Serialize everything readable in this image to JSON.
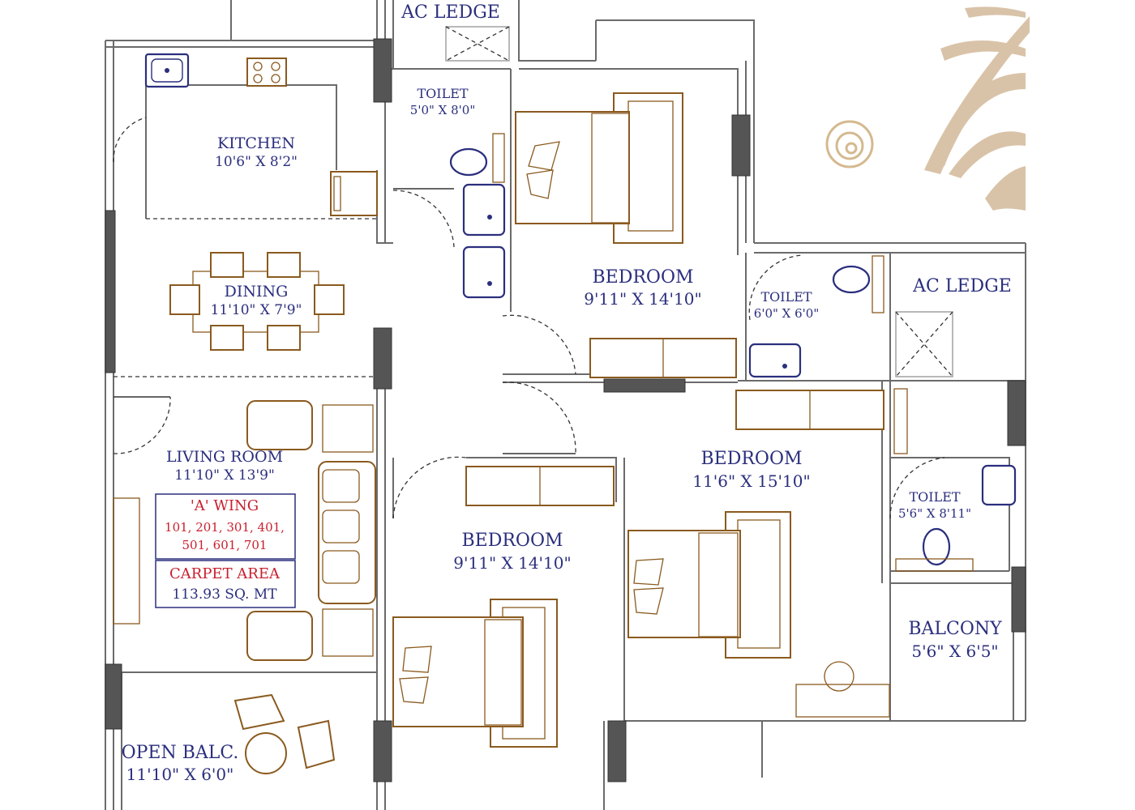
{
  "rooms": {
    "ac_ledge_top": {
      "name": "AC LEDGE"
    },
    "toilet_top": {
      "name": "TOILET",
      "dims": "5'0\" X 8'0\""
    },
    "kitchen": {
      "name": "KITCHEN",
      "dims": "10'6\" X 8'2\""
    },
    "dining": {
      "name": "DINING",
      "dims": "11'10\" X 7'9\""
    },
    "bedroom_top": {
      "name": "BEDROOM",
      "dims": "9'11\" X 14'10\""
    },
    "toilet_mid": {
      "name": "TOILET",
      "dims": "6'0\" X 6'0\""
    },
    "ac_ledge_right": {
      "name": "AC LEDGE"
    },
    "living_room": {
      "name": "LIVING ROOM",
      "dims": "11'10\" X 13'9\""
    },
    "bedroom_right": {
      "name": "BEDROOM",
      "dims": "11'6\" X 15'10\""
    },
    "toilet_right": {
      "name": "TOILET",
      "dims": "5'6\" X 8'11\""
    },
    "bedroom_bottom": {
      "name": "BEDROOM",
      "dims": "9'11\" X 14'10\""
    },
    "balcony": {
      "name": "BALCONY",
      "dims": "5'6\" X 6'5\""
    },
    "open_balcony": {
      "name": "OPEN BALC.",
      "dims": "11'10\" X 6'0\""
    }
  },
  "wing_box": {
    "title": "'A' WING",
    "units_line1": "101, 201, 301, 401,",
    "units_line2": "501, 601, 701"
  },
  "area_box": {
    "label": "CARPET AREA",
    "value": "113.93 SQ. MT"
  },
  "colors": {
    "label_blue": "#2b2f7d",
    "accent_red": "#c8202f",
    "furniture_brown": "#8a5a1f",
    "wall_gray": "#6b6b6b",
    "decor_peach": "#e9d3b8"
  }
}
